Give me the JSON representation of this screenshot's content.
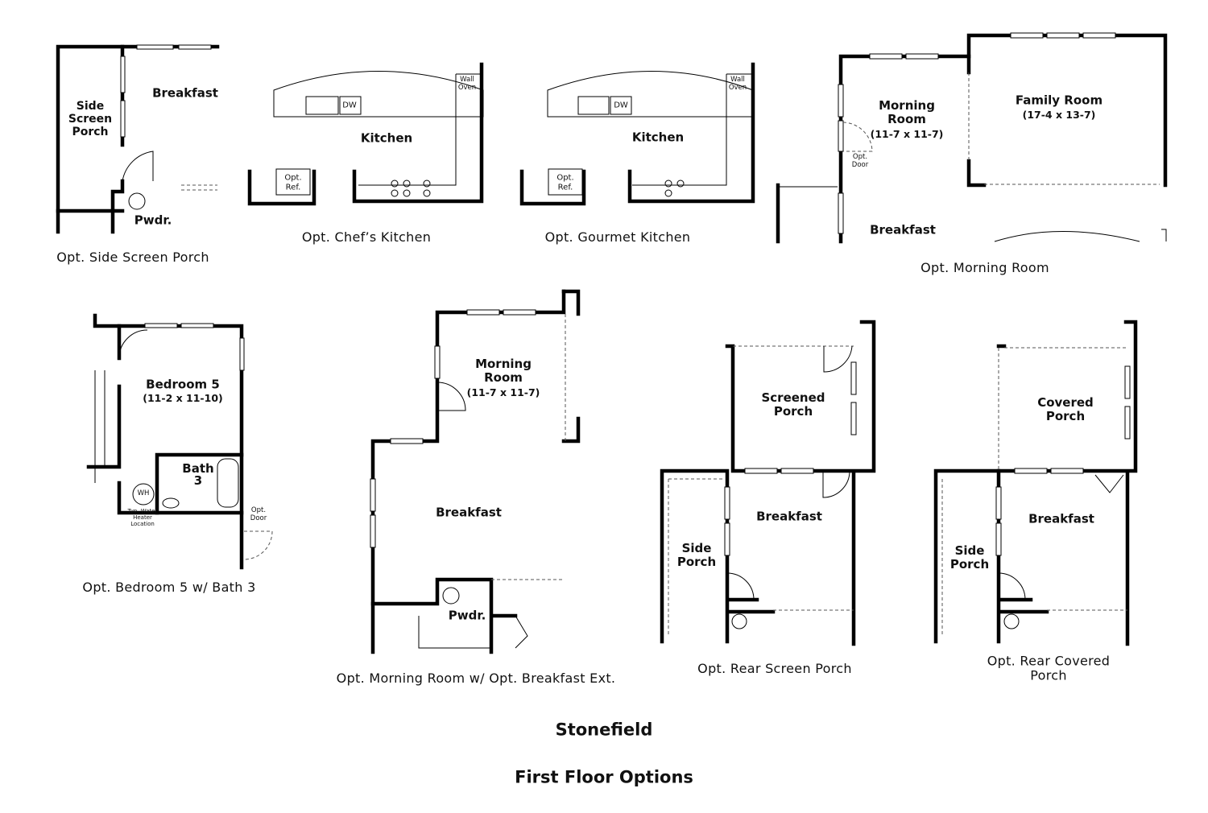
{
  "title": {
    "line1": "Stonefield",
    "line2": "First Floor Options"
  },
  "panels": {
    "side_screen_porch": {
      "caption": "Opt. Side Screen Porch",
      "porch": "Side\nScreen\nPorch",
      "breakfast": "Breakfast",
      "powder": "Pwdr."
    },
    "chefs_kitchen": {
      "caption": "Opt. Chef’s Kitchen",
      "kitchen": "Kitchen",
      "dw": "DW",
      "wall_oven": "Wall\nOven",
      "ref": "Opt.\nRef."
    },
    "gourmet_kitchen": {
      "caption": "Opt. Gourmet Kitchen",
      "kitchen": "Kitchen",
      "dw": "DW",
      "wall_oven": "Wall\nOven",
      "ref": "Opt.\nRef."
    },
    "morning_room": {
      "caption": "Opt. Morning Room",
      "morning": "Morning\nRoom",
      "morning_dim": "(11-7 x 11-7)",
      "family": "Family Room",
      "family_dim": "(17-4 x 13-7)",
      "opt_door": "Opt.\nDoor",
      "breakfast": "Breakfast"
    },
    "bedroom5": {
      "caption": "Opt. Bedroom 5 w/ Bath 3",
      "bedroom": "Bedroom 5",
      "bedroom_dim": "(11-2 x 11-10)",
      "bath": "Bath\n3",
      "wh": "WH",
      "wh_note": "Typ. Water\nHeater\nLocation",
      "opt_door": "Opt.\nDoor"
    },
    "morning_breakfast_ext": {
      "caption": "Opt. Morning Room w/ Opt. Breakfast Ext.",
      "morning": "Morning\nRoom",
      "morning_dim": "(11-7 x 11-7)",
      "breakfast": "Breakfast",
      "powder": "Pwdr."
    },
    "rear_screen_porch": {
      "caption": "Opt. Rear Screen Porch",
      "porch": "Screened\nPorch",
      "breakfast": "Breakfast",
      "side_porch": "Side\nPorch"
    },
    "rear_covered_porch": {
      "caption": "Opt. Rear Covered Porch",
      "porch": "Covered\nPorch",
      "breakfast": "Breakfast",
      "side_porch": "Side\nPorch"
    }
  }
}
